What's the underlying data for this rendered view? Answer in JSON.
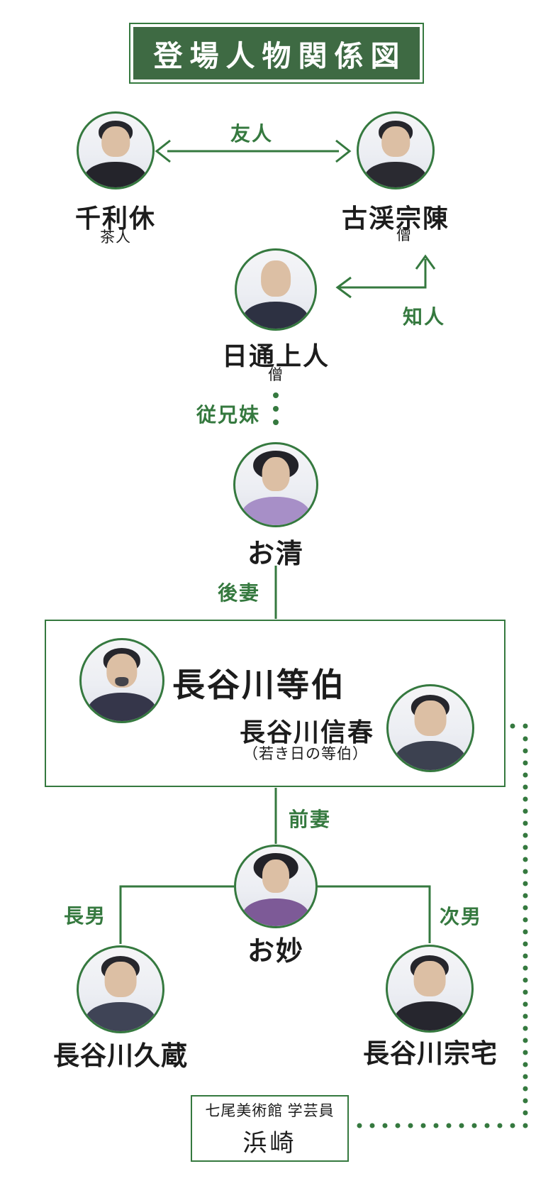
{
  "title": "登場人物関係図",
  "persons": [
    {
      "name": "千利休",
      "sub": "茶人",
      "portrait": "male-portrait-dark-kimono"
    },
    {
      "name": "古渓宗陳",
      "sub": "僧",
      "portrait": "male-portrait-dark-kimono"
    },
    {
      "name": "日通上人",
      "sub": "僧",
      "portrait": "bald-monk-portrait"
    },
    {
      "name": "お清",
      "portrait": "female-portrait-lavender-kimono"
    },
    {
      "name": "長谷川等伯",
      "portrait": "bearded-male-portrait"
    },
    {
      "name": "長谷川信春",
      "sub": "（若き日の等伯）",
      "portrait": "male-portrait"
    },
    {
      "name": "お妙",
      "portrait": "female-portrait-purple-kimono"
    },
    {
      "name": "長谷川久蔵",
      "portrait": "male-portrait"
    },
    {
      "name": "長谷川宗宅",
      "portrait": "male-portrait-dark-kimono"
    },
    {
      "name": "浜崎",
      "sub": "七尾美術館 学芸員"
    }
  ],
  "relations": {
    "friend": "友人",
    "acquaintance": "知人",
    "cousin": "従兄妹",
    "second_wife": "後妻",
    "first_wife": "前妻",
    "eldest_son": "長男",
    "second_son": "次男"
  },
  "colors": {
    "line_green": "#35793f",
    "label_green": "#35793f",
    "title_box_bg": "#3e6a43",
    "title_text": "#ffffff",
    "name_text": "#1c1c1c"
  }
}
